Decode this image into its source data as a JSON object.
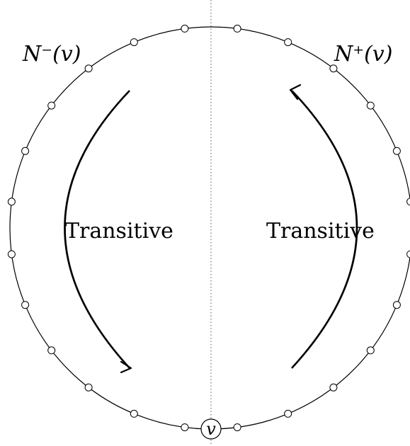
{
  "labels": {
    "left_neighborhood": "N⁻(v)",
    "right_neighborhood": "N⁺(v)",
    "left_arrow": "Transitive",
    "right_arrow": "Transitive",
    "vertex": "v"
  },
  "colors": {
    "stroke": "#000000",
    "node_fill": "#ffffff",
    "divider": "#555555"
  }
}
